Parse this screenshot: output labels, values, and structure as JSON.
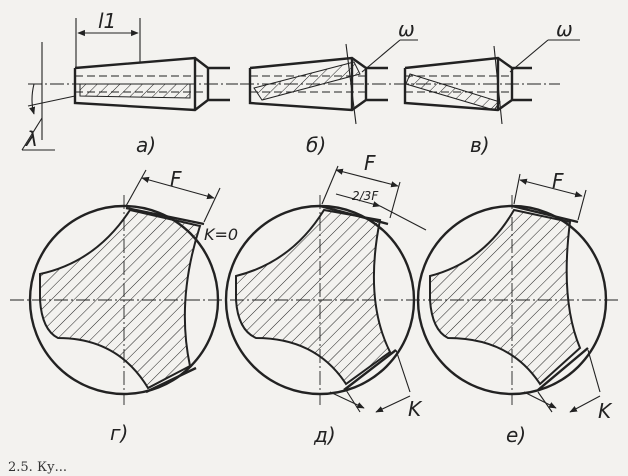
{
  "top_row": {
    "a": {
      "dimension": "l1",
      "angle": "λ",
      "caption": "а)"
    },
    "b": {
      "angle": "ω",
      "caption": "б)"
    },
    "v": {
      "angle": "ω",
      "caption": "в)"
    }
  },
  "bottom_row": {
    "g": {
      "dimension": "F",
      "note": "K=0",
      "caption": "г)"
    },
    "d": {
      "dimension": "F",
      "fraction": "2/3F",
      "offset": "K",
      "caption": "д)"
    },
    "e": {
      "dimension": "F",
      "offset": "K",
      "caption": "е)"
    }
  },
  "caption_text": "2.5. Ку..."
}
